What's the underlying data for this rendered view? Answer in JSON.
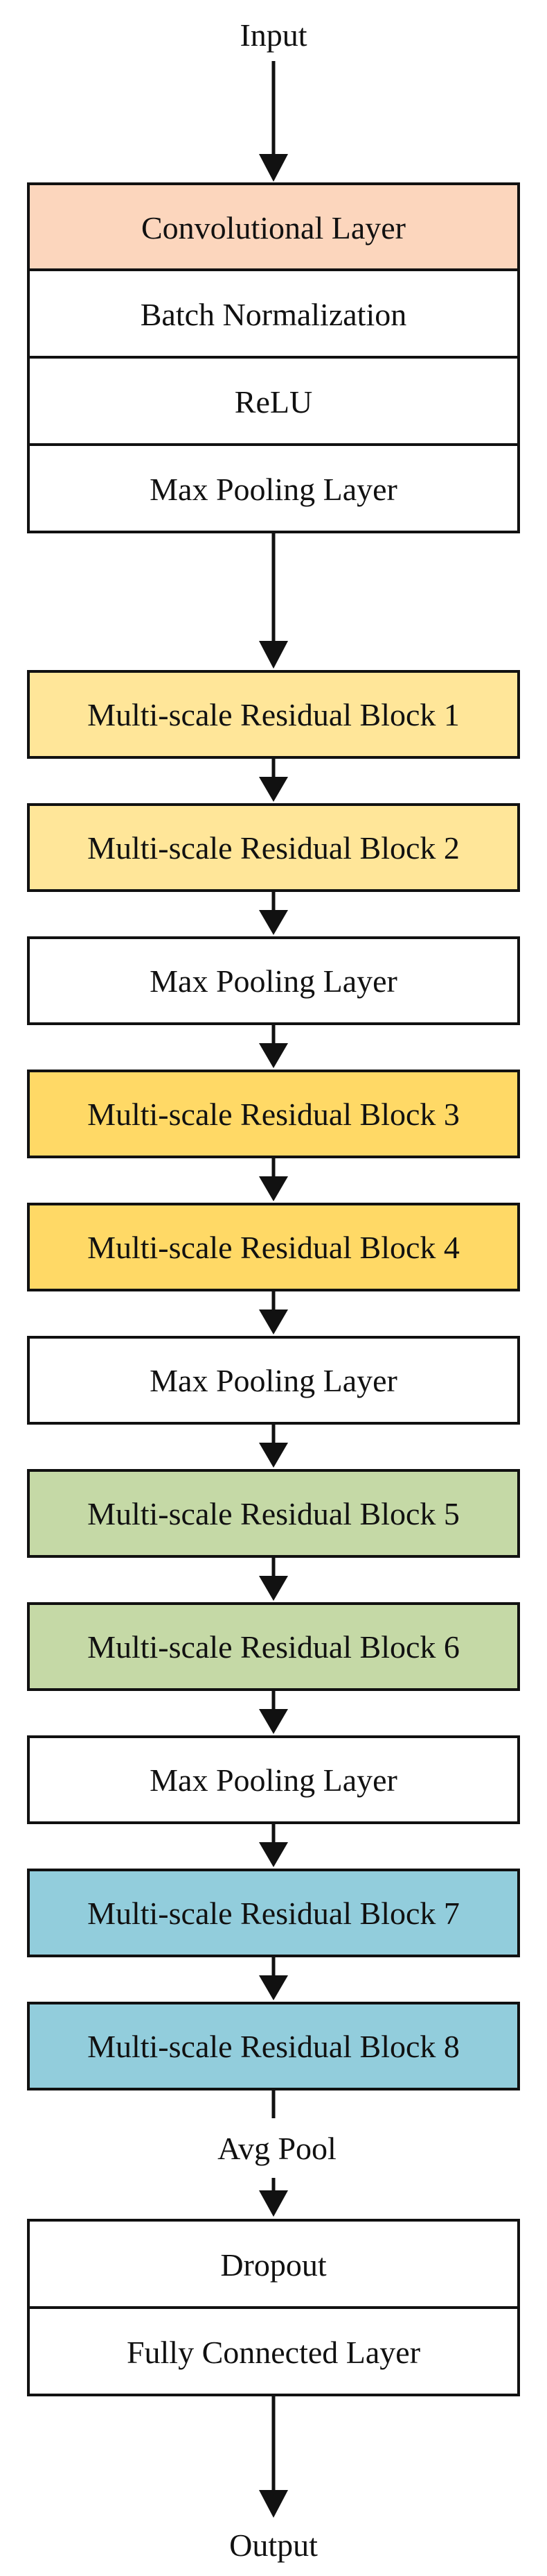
{
  "input_label": "Input",
  "output_label": "Output",
  "avg_pool_label": "Avg Pool",
  "stem": {
    "rows": [
      {
        "label": "Convolutional Layer",
        "fill": "#fcd6bd"
      },
      {
        "label": "Batch Normalization",
        "fill": "#ffffff"
      },
      {
        "label": "ReLU",
        "fill": "#ffffff"
      },
      {
        "label": "Max Pooling Layer",
        "fill": "#ffffff"
      }
    ]
  },
  "blocks": [
    {
      "label": "Multi-scale Residual Block 1",
      "fill": "#ffe699"
    },
    {
      "label": "Multi-scale Residual Block 2",
      "fill": "#ffe699"
    },
    {
      "label": "Max Pooling Layer",
      "fill": "#ffffff"
    },
    {
      "label": "Multi-scale Residual Block 3",
      "fill": "#ffd966"
    },
    {
      "label": "Multi-scale Residual Block 4",
      "fill": "#ffd966"
    },
    {
      "label": "Max Pooling Layer",
      "fill": "#ffffff"
    },
    {
      "label": "Multi-scale Residual Block 5",
      "fill": "#c5d9a6"
    },
    {
      "label": "Multi-scale Residual Block 6",
      "fill": "#c5d9a6"
    },
    {
      "label": "Max Pooling Layer",
      "fill": "#ffffff"
    },
    {
      "label": "Multi-scale Residual Block 7",
      "fill": "#92cddc"
    },
    {
      "label": "Multi-scale Residual Block 8",
      "fill": "#92cddc"
    }
  ],
  "head": {
    "rows": [
      {
        "label": "Dropout",
        "fill": "#ffffff"
      },
      {
        "label": "Fully Connected Layer",
        "fill": "#ffffff"
      }
    ]
  }
}
